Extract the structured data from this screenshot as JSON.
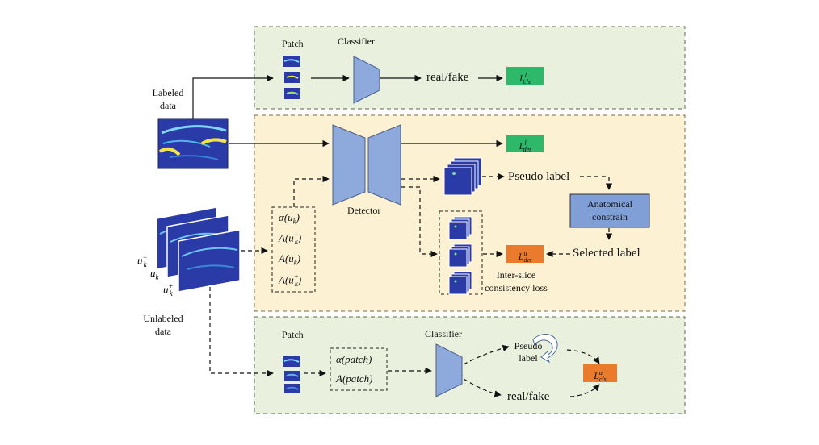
{
  "top_panel": {
    "patch_label": "Patch",
    "classifier_label": "Classifier",
    "output_label": "real/fake",
    "loss": {
      "base": "L",
      "sub": "cls",
      "sup": "l"
    }
  },
  "left": {
    "labeled_line1": "Labeled",
    "labeled_line2": "data",
    "unlabeled_line1": "Unlabeled",
    "unlabeled_line2": "data",
    "u_minus": {
      "base": "u",
      "sub": "k",
      "sup": "−"
    },
    "u_k": {
      "base": "u",
      "sub": "k"
    },
    "u_plus": {
      "base": "u",
      "sub": "k",
      "sup": "+"
    }
  },
  "middle_panel": {
    "detector_label": "Detector",
    "det_loss_labeled": {
      "base": "L",
      "sub": "det",
      "sup": "l"
    },
    "det_loss_unlabeled": {
      "base": "L",
      "sub": "det",
      "sup": "u"
    },
    "pseudo_label": "Pseudo label",
    "anatomical_line1": "Anatomical",
    "anatomical_line2": "constrain",
    "selected_label": "Selected label",
    "inter_slice_line1": "Inter-slice",
    "inter_slice_line2": "consistency loss",
    "augment_list": [
      {
        "fn": "α",
        "arg": "u",
        "sub": "k",
        "sup": ""
      },
      {
        "fn": "A",
        "arg": "u",
        "sub": "k",
        "sup": "−"
      },
      {
        "fn": "A",
        "arg": "u",
        "sub": "k",
        "sup": ""
      },
      {
        "fn": "A",
        "arg": "u",
        "sub": "k",
        "sup": "+"
      }
    ]
  },
  "bottom_panel": {
    "patch_label": "Patch",
    "classifier_label": "Classifier",
    "augment_line1": "α(patch)",
    "augment_line2": "A(patch)",
    "pseudo_line1": "Pseudo",
    "pseudo_line2": "label",
    "output_label": "real/fake",
    "loss": {
      "base": "L",
      "sub": "cls",
      "sup": "u"
    }
  },
  "colors": {
    "green_panel": "#e9f1de",
    "yellow_panel": "#fdf1d3",
    "network_blue": "#8ea9db",
    "loss_green": "#2db86a",
    "loss_orange": "#ea7a2c",
    "box_blue": "#7f9fd6"
  }
}
